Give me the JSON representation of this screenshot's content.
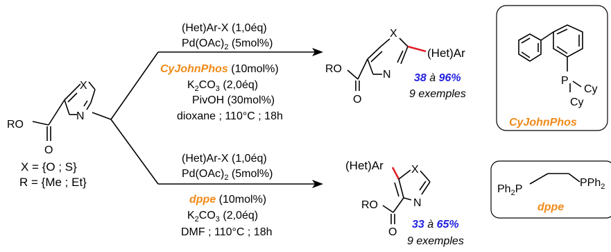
{
  "substrate": {
    "ring_x": "X",
    "ring_n": "N",
    "ester_ro": "RO",
    "ester_o": "O",
    "x_def": "X = {O ; S}",
    "r_def": "R = {Me ; Et}"
  },
  "top_reaction": {
    "reagent": "(Het)Ar-X (1,0éq)",
    "catalyst": "Pd(OAc)",
    "catalyst_sub": "2",
    "catalyst_end": " (5mol%)",
    "ligand": "CyJohnPhos",
    "ligand_amount": " (10mol%)",
    "base": "K",
    "base_sub1": "2",
    "base_mid": "CO",
    "base_sub2": "3",
    "base_end": " (2,0éq)",
    "additive": "PivOH (30mol%)",
    "conditions": "dioxane ; 110°C ; 18h",
    "product_x": "X",
    "product_n": "N",
    "product_ro": "RO",
    "product_o": "O",
    "product_group": "(Het)Ar",
    "yield_low": "38",
    "yield_sep": " à ",
    "yield_high": "96%",
    "examples": "9 exemples"
  },
  "bottom_reaction": {
    "reagent": "(Het)Ar-X (1,0éq)",
    "catalyst": "Pd(OAc)",
    "catalyst_sub": "2",
    "catalyst_end": " (5mol%)",
    "ligand": "dppe",
    "ligand_amount": " (10mol%)",
    "base": "K",
    "base_sub1": "2",
    "base_mid": "CO",
    "base_sub2": "3",
    "base_end": " (2,0éq)",
    "conditions": "DMF ; 110°C ; 18h",
    "product_group": "(Het)Ar",
    "product_x": "X",
    "product_n": "N",
    "product_ro": "RO",
    "product_o": "O",
    "yield_low": "33",
    "yield_sep": " à ",
    "yield_high": "65%",
    "examples": "9 exemples"
  },
  "cyjohnphos_box": {
    "p": "P",
    "cy1": "Cy",
    "cy2": "Cy",
    "name": "CyJohnPhos"
  },
  "dppe_box": {
    "ph2p": "Ph",
    "ph2p_sub": "2",
    "ph2p_end": "P",
    "pph2": "PPh",
    "pph2_sub": "2",
    "name": "dppe"
  },
  "colors": {
    "ligand": "#f08a19",
    "yield": "#1f1fe0",
    "new_bond": "#e0202a"
  }
}
